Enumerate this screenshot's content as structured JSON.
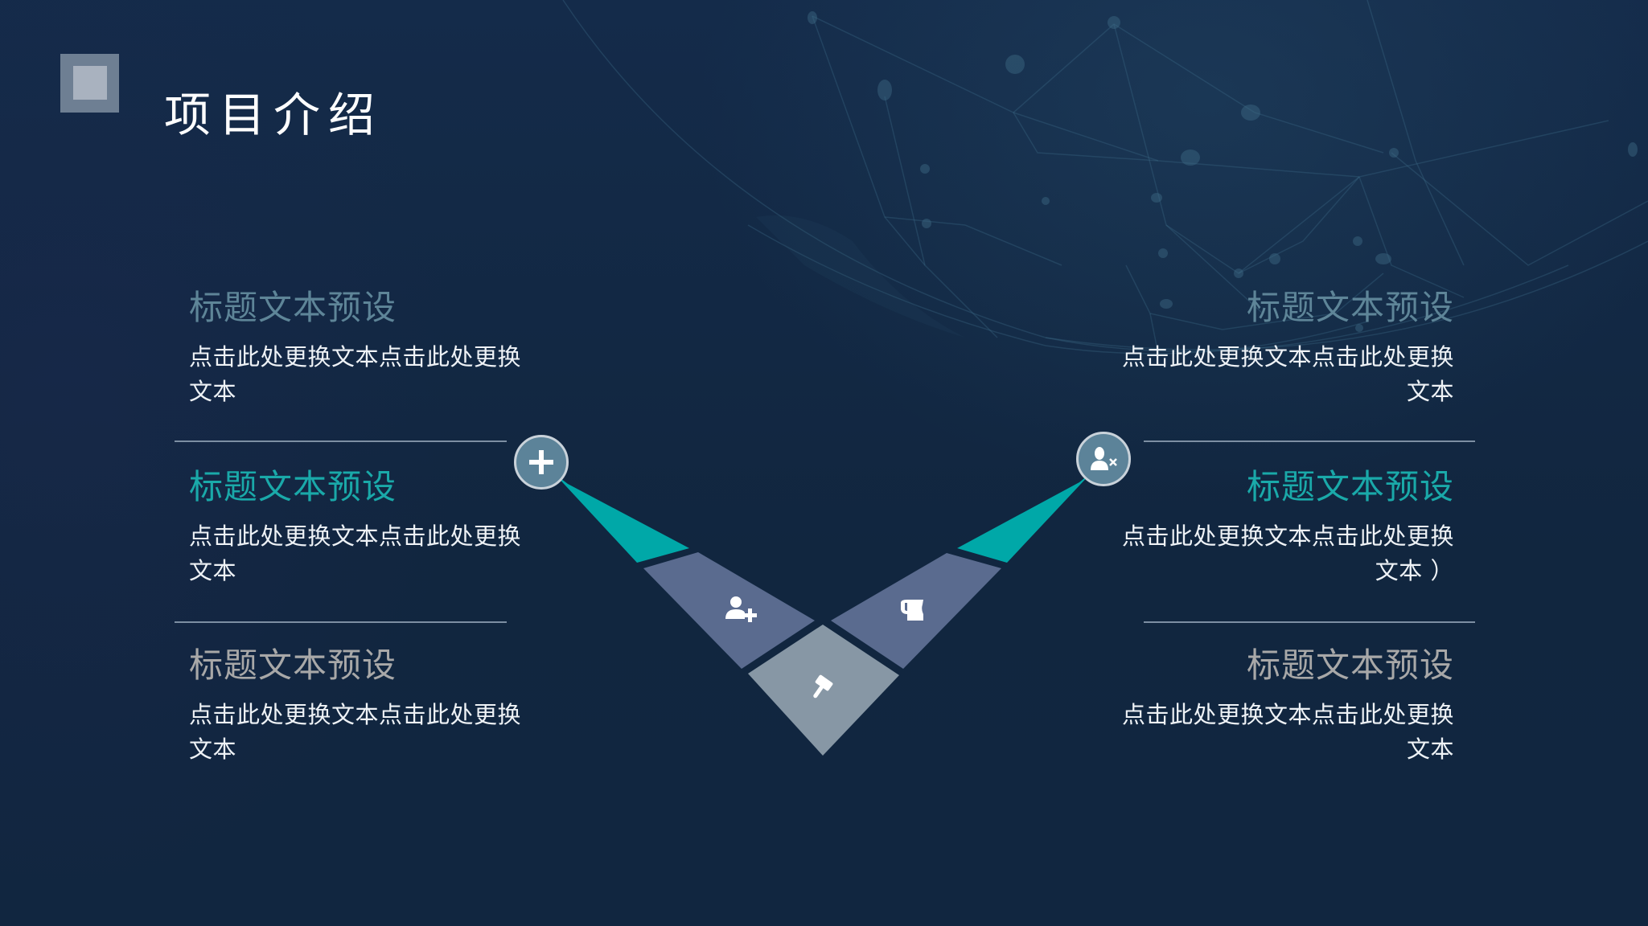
{
  "header": {
    "title": "项目介绍",
    "square_outer_color": "#6e7f93",
    "square_inner_color": "#a9b2bf"
  },
  "colors": {
    "background": "#132a47",
    "accent_teal": "#00a8a8",
    "tile_purple": "#5a6b8f",
    "tile_gray": "#8797a5",
    "circle_fill": "#5c8399",
    "heading_muted": "#5e8598",
    "heading_teal": "#1aa9a9",
    "heading_gray": "#a8a8a8",
    "divider": "#7d8fa3"
  },
  "left_blocks": [
    {
      "heading": "标题文本预设",
      "desc": "点击此处更换文本点击此处更换文本",
      "heading_style": "muted"
    },
    {
      "heading": "标题文本预设",
      "desc": "点击此处更换文本点击此处更换文本",
      "heading_style": "teal"
    },
    {
      "heading": "标题文本预设",
      "desc": "点击此处更换文本点击此处更换文本",
      "heading_style": "gray"
    }
  ],
  "right_blocks": [
    {
      "heading": "标题文本预设",
      "desc": "点击此处更换文本点击此处更换文本",
      "heading_style": "muted"
    },
    {
      "heading": "标题文本预设",
      "desc": "点击此处更换文本点击此处更换文本 ）",
      "heading_style": "teal"
    },
    {
      "heading": "标题文本预设",
      "desc": "点击此处更换文本点击此处更换文本",
      "heading_style": "gray"
    }
  ],
  "diagram": {
    "left_circle_icon": "plus-icon",
    "right_circle_icon": "user-remove-icon",
    "left_tile_icon": "user-add-icon",
    "right_tile_icon": "mug-icon",
    "center_tile_icon": "gavel-icon"
  }
}
